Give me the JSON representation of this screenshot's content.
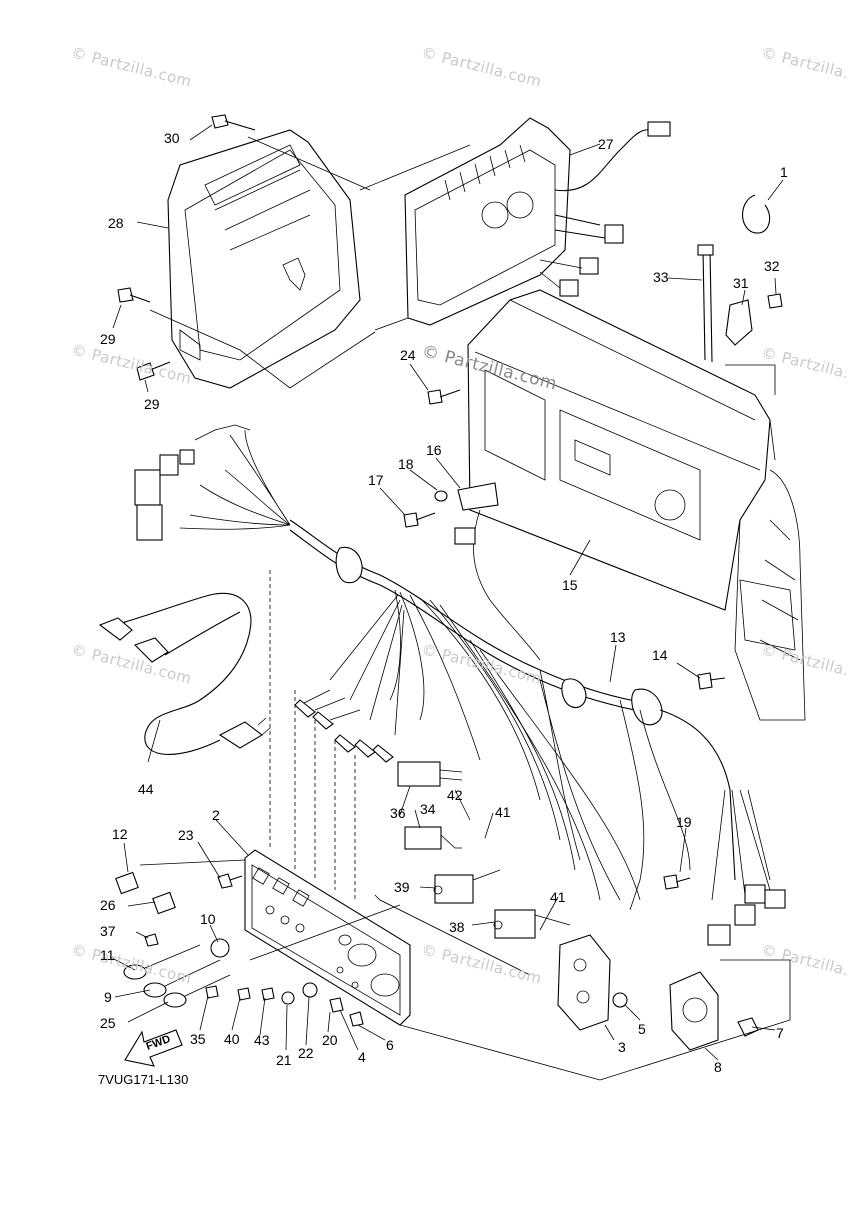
{
  "diagram": {
    "code": "7VUG171-L130",
    "fwd_label": "FWD",
    "watermark": "© Partzilla.com",
    "callouts": [
      "1",
      "2",
      "3",
      "4",
      "5",
      "6",
      "7",
      "8",
      "9",
      "10",
      "11",
      "12",
      "13",
      "14",
      "15",
      "16",
      "17",
      "18",
      "19",
      "20",
      "21",
      "22",
      "23",
      "24",
      "25",
      "26",
      "27",
      "28",
      "29",
      "29",
      "30",
      "31",
      "32",
      "33",
      "34",
      "35",
      "36",
      "37",
      "38",
      "39",
      "40",
      "41",
      "41",
      "42",
      "43",
      "44"
    ]
  }
}
